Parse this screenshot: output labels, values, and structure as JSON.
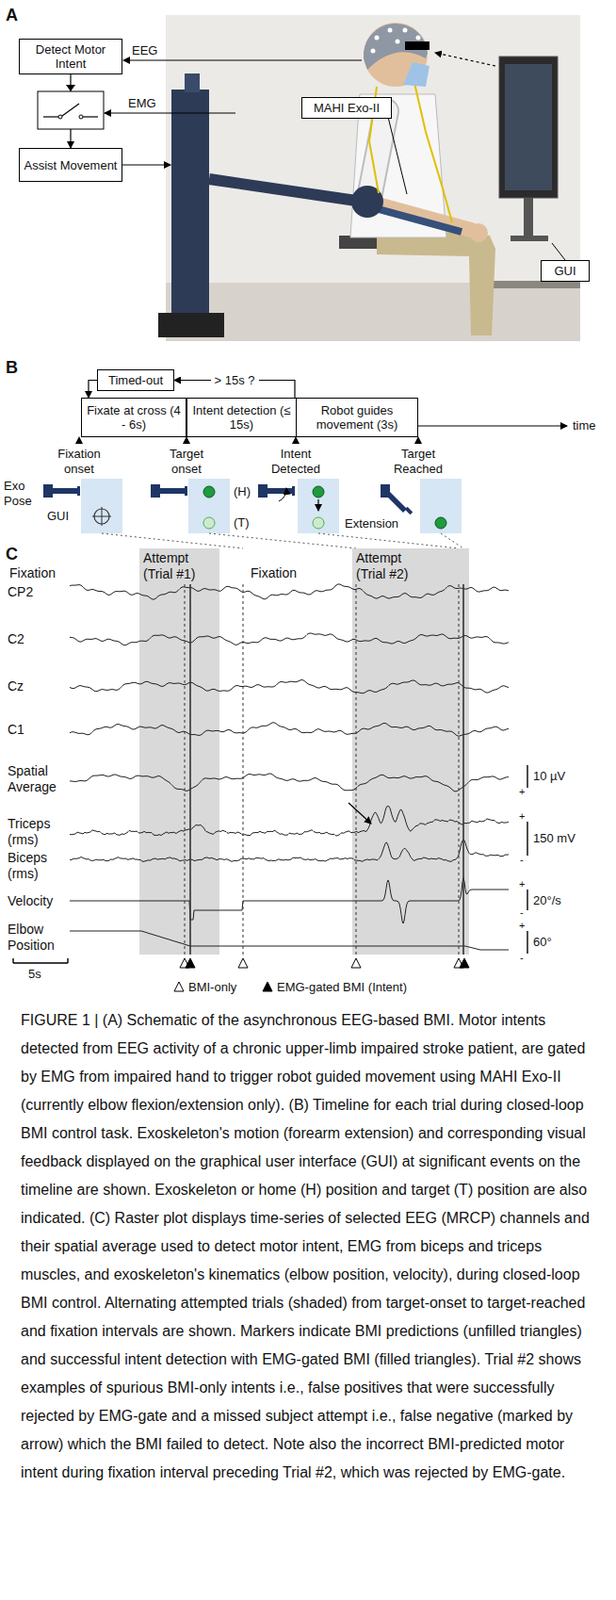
{
  "diagram": {
    "caption": "FIGURE 1 | (A) Schematic of the asynchronous EEG-based BMI. Motor intents detected from EEG activity of a chronic upper-limb impaired stroke patient, are gated by EMG from impaired hand to trigger robot guided movement using MAHI Exo-II (currently elbow flexion/extension only). (B) Timeline for each trial during closed-loop BMI control task. Exoskeleton's motion (forearm extension) and corresponding visual feedback displayed on the graphical user interface (GUI) at significant events on the timeline are shown. Exoskeleton or home (H) position and target (T) position are also indicated. (C) Raster plot displays time-series of selected EEG (MRCP) channels and their spatial average used to detect motor intent, EMG from biceps and triceps muscles, and exoskeleton's kinematics (elbow position, velocity), during closed-loop BMI control. Alternating attempted trials (shaded) from target-onset to target-reached and fixation intervals are shown. Markers indicate BMI predictions (unfilled triangles) and successful intent detection with EMG-gated BMI (filled triangles). Trial #2 shows examples of spurious BMI-only intents i.e., false positives that were successfully rejected by EMG-gate and a missed subject attempt i.e., false negative (marked by arrow) which the BMI failed to detect. Note also the incorrect BMI-predicted motor intent during fixation interval preceding Trial #2, which was rejected by EMG-gate.",
    "nodes": [
      {
        "text": [
          "Detect Motor Intent"
        ]
      },
      {
        "text": [
          "Assist Movement"
        ]
      },
      {
        "text": [
          "MAHI Exo-II"
        ]
      },
      {
        "text": [
          "GUI"
        ]
      },
      {
        "text": [
          "Timed-out"
        ]
      },
      {
        "text": [
          "Fixate at cross (4 - 6s)"
        ]
      },
      {
        "text": [
          "Intent detection (≤ 15s)"
        ]
      },
      {
        "text": [
          "Robot guides movement (3s)"
        ]
      }
    ],
    "edges": [
      {
        "from": 0,
        "to": 1,
        "arrow": "to"
      },
      {
        "from": 6,
        "to": 4,
        "label": "> 15s ?",
        "arrow": "to"
      },
      {
        "from": 4,
        "to": 5,
        "arrow": "to"
      }
    ],
    "labels": [
      "A",
      "EEG",
      "EMG",
      "B",
      "time",
      "Fixation onset",
      "Target onset",
      "Intent Detected",
      "Target Reached",
      "Exo Pose",
      "GUI",
      "(H)",
      "(T)",
      "Extension",
      "C",
      "Fixation",
      "Attempt (Trial #1)",
      "Fixation",
      "Attempt (Trial #2)",
      "CP2",
      "C2",
      "Cz",
      "C1",
      "Spatial Average",
      "Triceps (rms)",
      "Biceps (rms)",
      "Velocity",
      "Elbow Position",
      "+",
      "10 µV",
      "+",
      "150 mV",
      "-",
      "+",
      "20°/s",
      "-",
      "+",
      "60°",
      "-",
      "5s"
    ],
    "legend": [
      {
        "text": "BMI-only"
      },
      {
        "text": "EMG-gated BMI (Intent)"
      }
    ]
  }
}
